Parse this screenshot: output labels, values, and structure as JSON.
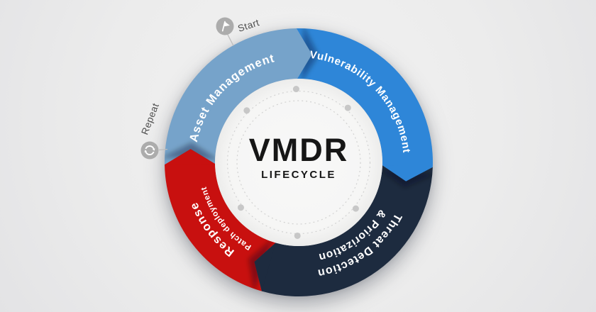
{
  "page": {
    "title": "VMDR Lifecycle"
  },
  "center": {
    "title": "VMDR",
    "subtitle": "LIFECYCLE"
  },
  "markers": {
    "start": {
      "label": "Start",
      "icon": "start-flag-icon"
    },
    "repeat": {
      "label": "Repeat",
      "icon": "repeat-arrows-icon"
    }
  },
  "colors": {
    "background": "#ECECEC",
    "inner_circle": "#F6F6F5",
    "center_text": "#161616",
    "marker_text": "#4D4D4D",
    "icon_bg": "#ACACAC",
    "icon_glyph": "#FFFFFF",
    "segment_label_text": "#FFFFFF",
    "dots": "#C7C7C7",
    "dashed_rings": "#D2D2D2",
    "connector_line": "#BDBDBD"
  },
  "chart_data": {
    "type": "cycle-diagram",
    "direction": "clockwise",
    "title": "VMDR",
    "subtitle": "LIFECYCLE",
    "segments": [
      {
        "id": "asset-management",
        "lines": [
          "Asset Management"
        ],
        "color": "#76A3CA",
        "start_deg": 269,
        "end_deg": 359
      },
      {
        "id": "vulnerability-management",
        "lines": [
          "Vulnerability Management"
        ],
        "color": "#2E86D8",
        "start_deg": 359,
        "end_deg": 452
      },
      {
        "id": "threat-detection-priorization",
        "lines": [
          "Threat Detection",
          "& Priorization"
        ],
        "color": "#1D2B3F",
        "start_deg": 92,
        "end_deg": 196
      },
      {
        "id": "response-patch-deployment",
        "lines": [
          "Response",
          "Patch deployment"
        ],
        "color": "#C8100F",
        "start_deg": 196,
        "end_deg": 269
      }
    ]
  }
}
